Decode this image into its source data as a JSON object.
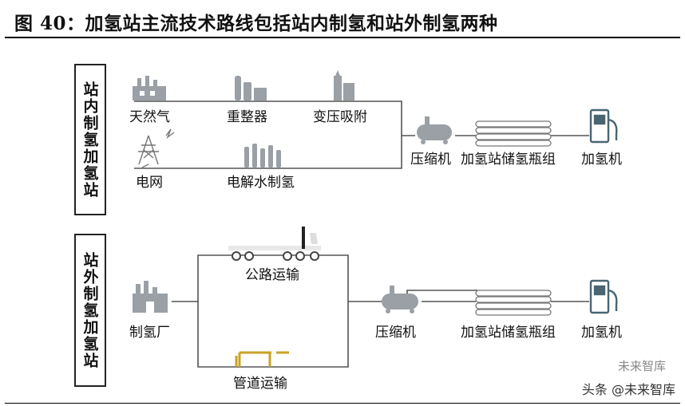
{
  "title": "图 40：加氢站主流技术路线包括站内制氢和站外制氢两种",
  "onsite": {
    "box_label": "站内制氢加氢站",
    "sources": {
      "natural_gas": "天然气",
      "reformer": "重整器",
      "psa": "变压吸附",
      "grid": "电网",
      "electrolysis": "电解水制氢"
    },
    "compressor": "压缩机",
    "storage": "加氢站储氢瓶组",
    "dispenser": "加氢机"
  },
  "offsite": {
    "box_label": "站外制氢加氢站",
    "plant": "制氢厂",
    "road": "公路运输",
    "pipeline": "管道运输",
    "compressor": "压缩机",
    "storage": "加氢站储氢瓶组",
    "dispenser": "加氢机"
  },
  "watermark": {
    "source": "头条 @未来智库",
    "faded": "未来智库"
  },
  "colors": {
    "icon": "#9aa0a6",
    "line": "#555555",
    "pipeline": "#c9a227",
    "dispenser": "#4a6572"
  }
}
